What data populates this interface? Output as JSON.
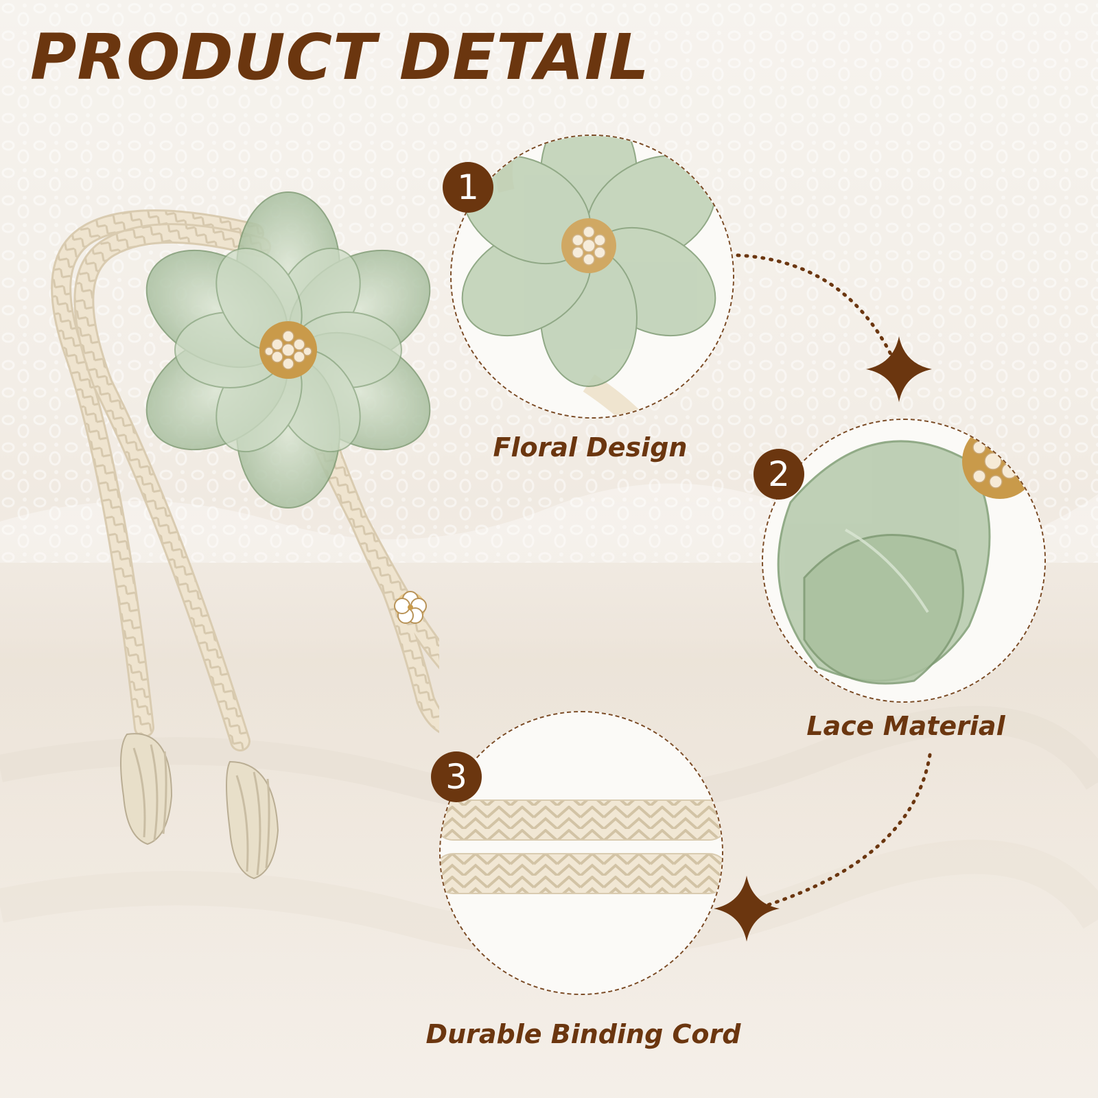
{
  "header": {
    "title": "PRODUCT DETAIL"
  },
  "details": [
    {
      "number": "1",
      "caption": "Floral Design"
    },
    {
      "number": "2",
      "caption": "Lace Material"
    },
    {
      "number": "3",
      "caption": "Durable Binding Cord"
    }
  ],
  "colors": {
    "accent": "#6b360f",
    "background": "#f3eee7",
    "cord": "#efe4cf",
    "petal": "#b9ccb0",
    "pearl": "#f4e4cc"
  },
  "icons": [
    "sparkle-icon",
    "sparkle-icon"
  ]
}
